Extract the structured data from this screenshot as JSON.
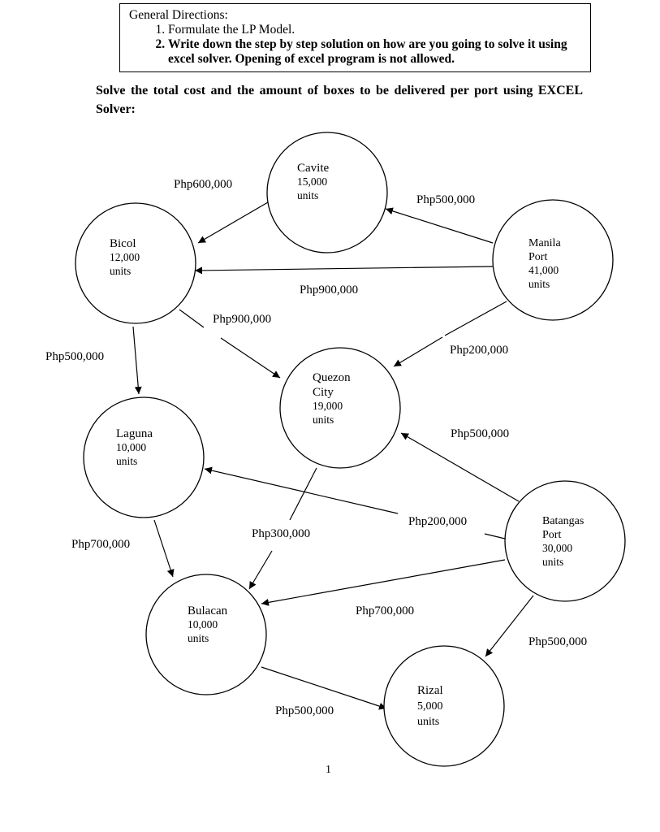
{
  "directions": {
    "heading": "General Directions:",
    "items": [
      "Formulate the LP Model.",
      "Write down the step by step solution on how are you going to solve it using excel solver. Opening of excel program is not allowed."
    ]
  },
  "task": "Solve the total cost and the amount of boxes to be delivered per port using EXCEL Solver:",
  "nodes": {
    "cavite": [
      "Cavite",
      "15,000",
      "units"
    ],
    "bicol": [
      "Bicol",
      "12,000",
      "units"
    ],
    "manila": [
      "Manila",
      "Port",
      "41,000",
      "units"
    ],
    "quezon": [
      "Quezon",
      "City",
      "19,000",
      "units"
    ],
    "laguna": [
      "Laguna",
      "10,000",
      "units"
    ],
    "batangas": [
      "Batangas",
      "Port",
      "30,000",
      "units"
    ],
    "bulacan": [
      "Bulacan",
      "10,000",
      "units"
    ],
    "rizal": [
      "Rizal",
      "5,000",
      "units"
    ]
  },
  "edges": {
    "cavite_bicol": "Php600,000",
    "manila_cavite": "Php500,000",
    "manila_bicol": "Php900,000",
    "bicol_quezon": "Php900,000",
    "bicol_laguna": "Php500,000",
    "manila_quezon": "Php200,000",
    "batangas_quezon": "Php500,000",
    "batangas_laguna": "Php200,000",
    "laguna_bulacan": "Php700,000",
    "quezon_bulacan": "Php300,000",
    "batangas_bulacan": "Php700,000",
    "batangas_rizal": "Php500,000",
    "bulacan_rizal": "Php500,000"
  },
  "page_number": "1"
}
